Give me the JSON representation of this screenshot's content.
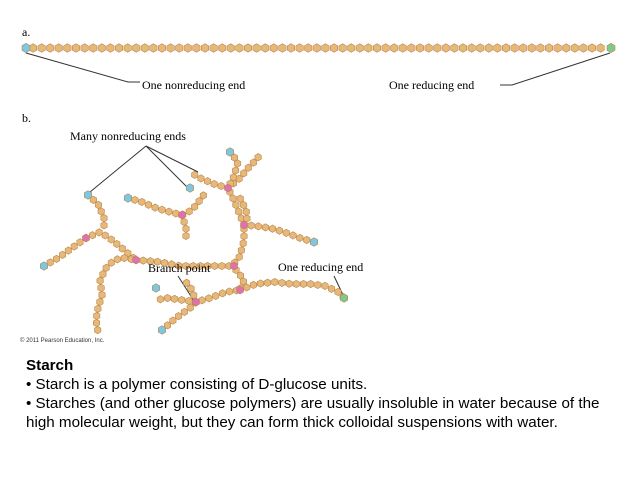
{
  "figure": {
    "part_a_label": "a.",
    "part_b_label": "b.",
    "label_nonreducing_end": "One nonreducing end",
    "label_reducing_end_a": "One reducing end",
    "label_many_nonreducing": "Many nonreducing ends",
    "label_branch_point": "Branch point",
    "label_reducing_end_b": "One reducing end",
    "copyright": "© 2011 Pearson Education, Inc."
  },
  "colors": {
    "glucose_unit": "#e8b878",
    "nonreducing_end": "#7cc8e4",
    "reducing_end": "#7fc98a",
    "branch_point": "#e070b0",
    "leader_line": "#333333"
  },
  "caption": {
    "title": "Starch",
    "bullet_1": "• Starch is a polymer consisting of D-glucose units.",
    "bullet_2": "• Starches (and other glucose polymers) are usually insoluble in water because of the high molecular weight, but they can form thick colloidal suspensions with water."
  }
}
